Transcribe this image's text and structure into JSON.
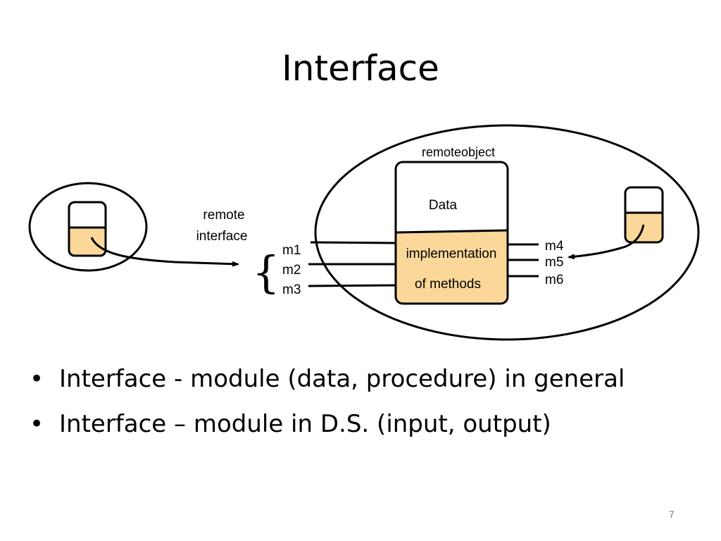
{
  "slide": {
    "title": "Interface",
    "page_number": "7"
  },
  "diagram": {
    "remote_object_label": "remoteobject",
    "data_label": "Data",
    "implementation_line1": "implementation",
    "implementation_line2": "of methods",
    "remote_interface_line1": "remote",
    "remote_interface_line2": "interface",
    "interface_brace": "{",
    "methods_left": [
      "m1",
      "m2",
      "m3"
    ],
    "methods_right": [
      "m4",
      "m5",
      "m6"
    ],
    "colors": {
      "fill": "#fbd899",
      "stroke": "#000000"
    }
  },
  "bullets": [
    "Interface - module (data, procedure) in general",
    "Interface – module in D.S. (input, output)"
  ],
  "bullet_glyph": "•"
}
